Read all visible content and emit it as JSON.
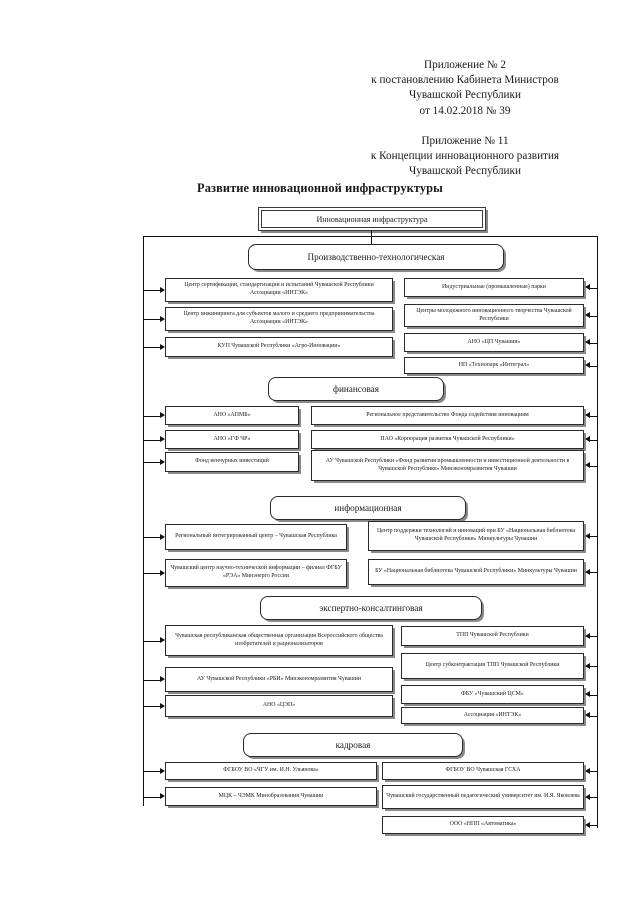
{
  "header": {
    "block1": [
      "Приложение № 2",
      "к постановлению Кабинета Министров",
      "Чувашской Республики",
      "от 14.02.2018   № 39"
    ],
    "block2": [
      "Приложение № 11",
      "к Концепции инновационного развития",
      "Чувашской Республики"
    ]
  },
  "title": "Развитие инновационной инфраструктуры",
  "root": "Инновационная инфраструктура",
  "sections": [
    {
      "name": "Производственно-технологическая",
      "left": [
        "Центр сертификации, стандартизации и испытаний Чувашской Республики Ассоциации «ИНТЭК»",
        "Центр инжиниринга для субъектов малого и среднего предпринимательства Ассоциации «ИНТЭК»",
        "КУП Чувашской Республики «Агро-Инновации»"
      ],
      "right": [
        "Индустриальные (промышленные) парки",
        "Центры молодежного инновационного творчества Чувашской Республики",
        "АНО «ЦП Чувашии»",
        "НП «Технопарк «Интеграл»"
      ]
    },
    {
      "name": "финансовая",
      "left": [
        "АНО «АПМБ»",
        "АНО «ГФ ЧР»",
        "Фонд венчурных инвестиций"
      ],
      "right": [
        "Региональное представительство Фонда содействия инновациям",
        "ПАО «Корпорация развития Чувашской Республики»",
        "АУ Чувашской Республики «Фонд развития промышленности и инвестиционной деятельности в Чувашской Республике» Минэкономразвития Чувашии"
      ]
    },
    {
      "name": "информационная",
      "left": [
        "Региональный интегрированный центр – Чувашская Республика",
        "Чувашский центр научно-технической информации – филиал ФГБУ «РЭА» Минэнерго России"
      ],
      "right": [
        "Центр поддержки технологий и инноваций при БУ «Национальная библиотека Чувашской Республики» Минкультуры Чувашии",
        "БУ «Национальная библиотека Чувашской Республики» Минкультуры Чувашии"
      ]
    },
    {
      "name": "экспертно-консалтинговая",
      "left": [
        "Чувашская республиканская общественная организация Всероссийского общества изобретателей и рационализаторов",
        "АУ Чувашской Республики «РБИ» Минэкономразвития Чувашии",
        "АНО «ЦЭП»"
      ],
      "right": [
        "ТПП Чувашской Республики",
        "Центр субконтрактации ТПП Чувашской Республики",
        "ФБУ «Чувашский ЦСМ»",
        "Ассоциация «ИНТЭК»"
      ]
    },
    {
      "name": "кадровая",
      "left": [
        "ФГБОУ ВО «ЧГУ им. И.Н. Ульянова»",
        "МЦК – ЧЭМК Минобразования Чувашии"
      ],
      "right": [
        "ФГБОУ ВО Чувашская ГСХА",
        "Чувашский государственный педагогический университет им. И.Я. Яковлева",
        "ООО «НПП «Автоматика»"
      ]
    }
  ]
}
